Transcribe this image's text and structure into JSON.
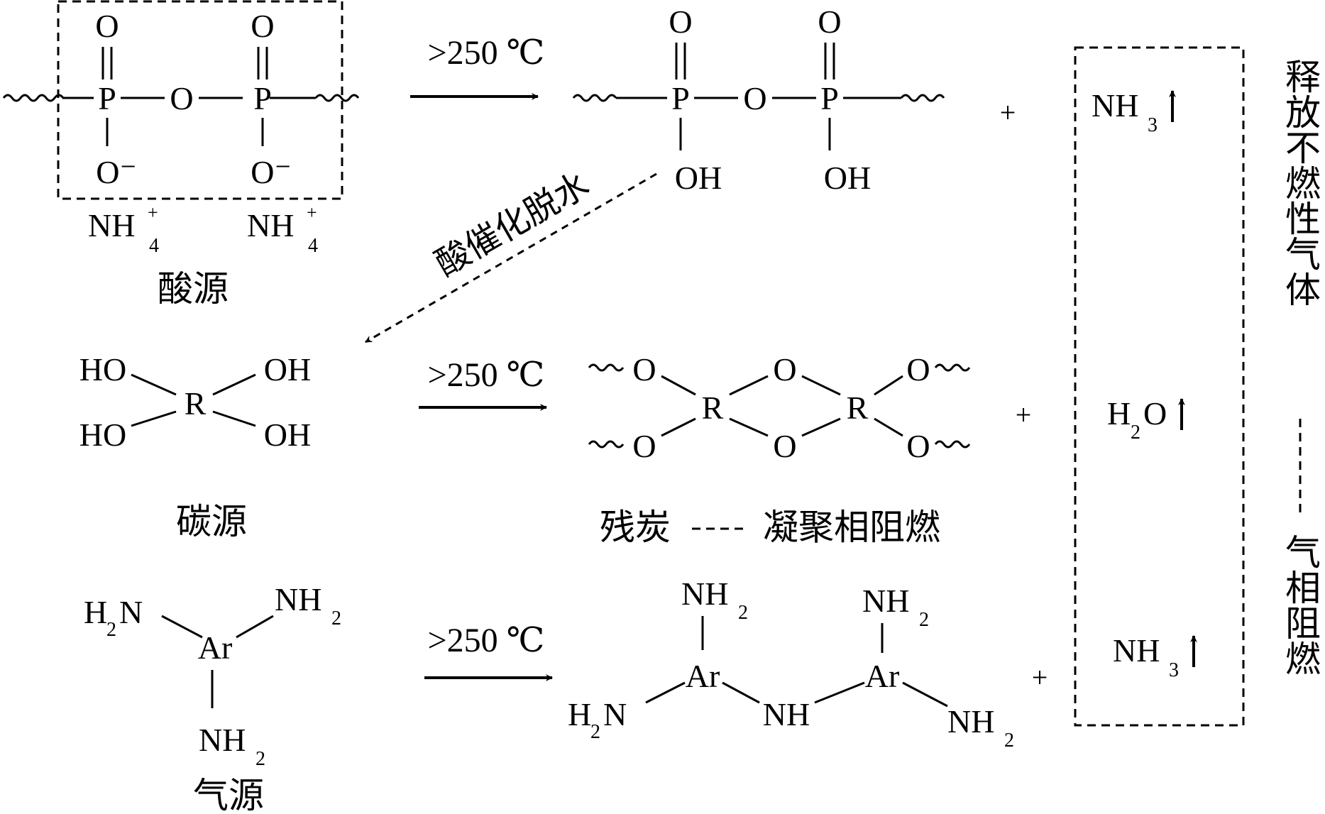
{
  "oxygen": "O",
  "phosphorus": "P",
  "o_minus": "O⁻",
  "nh": "NH",
  "four": "4",
  "plus_sup": "+",
  "oh": "OH",
  "ho": "HO",
  "r": "R",
  "ar": "Ar",
  "h": "H",
  "n": "N",
  "two": "2",
  "three": "3",
  "nh3_base": "NH",
  "h2o_o": "O",
  "temp_label": ">250 ℃",
  "plus": "+",
  "acid_source": "酸源",
  "carbon_source": "碳源",
  "gas_source": "气源",
  "acid_catalysis": "酸催化脱水",
  "residual_carbon": "残炭",
  "condensed_phase": "凝聚相阻燃",
  "release_gas": "释放不燃性气体",
  "gas_phase": "气相阻燃"
}
